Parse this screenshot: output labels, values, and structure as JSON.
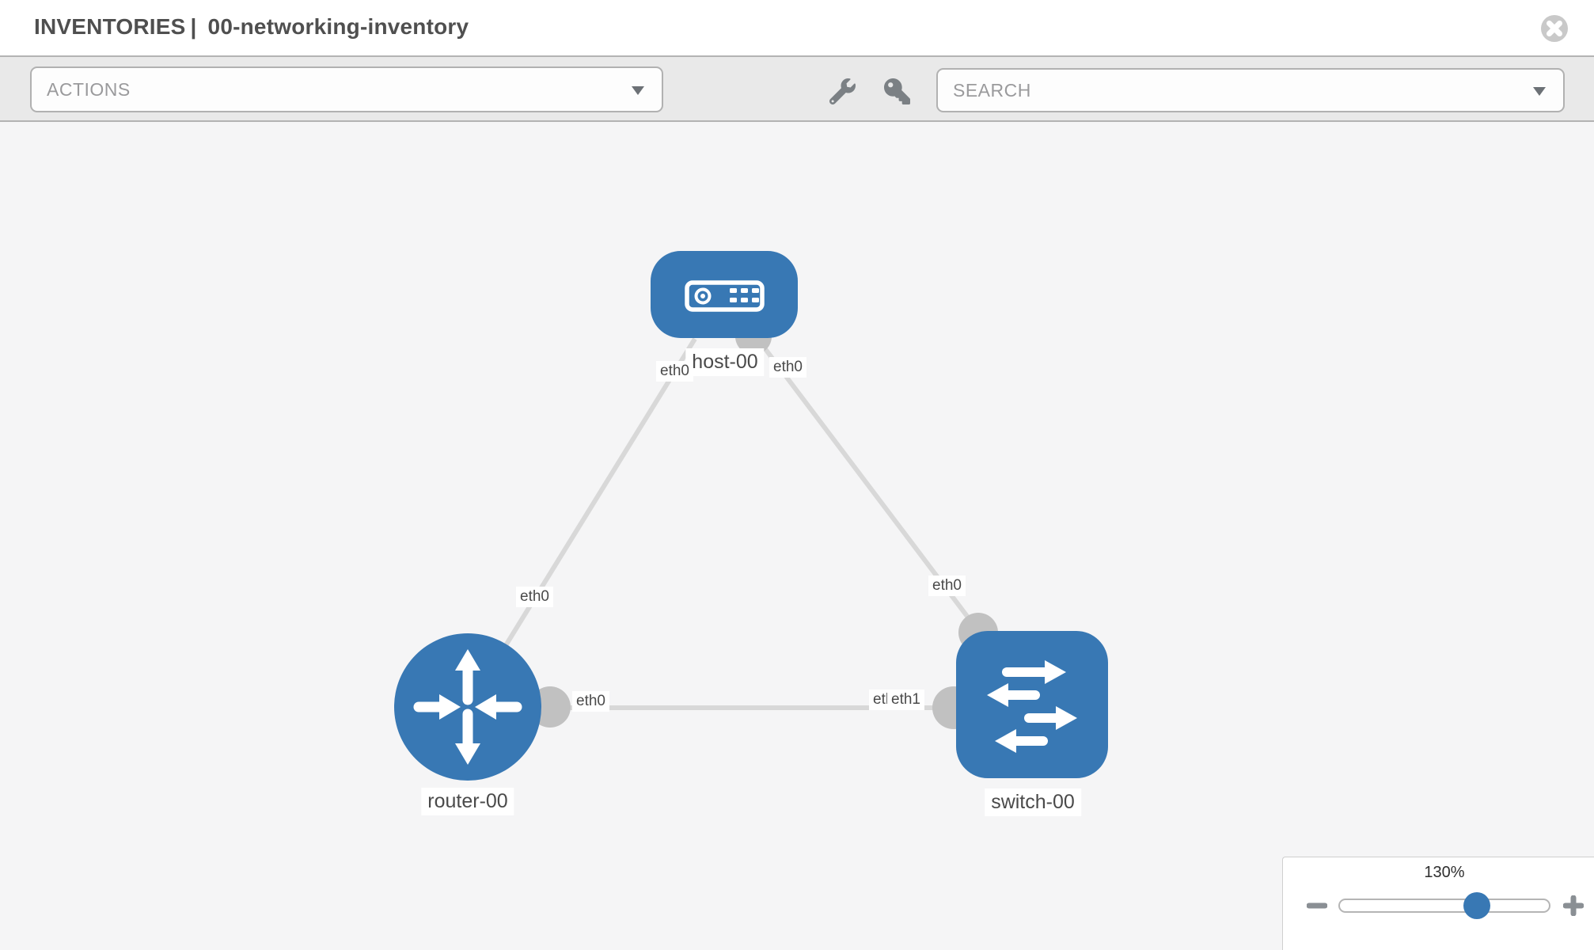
{
  "window": {
    "title_section": "INVENTORIES",
    "title_separator": "|",
    "inventory_name": "00-networking-inventory"
  },
  "toolbar": {
    "actions_label": "ACTIONS",
    "search_placeholder": "SEARCH",
    "icons": [
      "wrench-icon",
      "key-icon"
    ]
  },
  "topology": {
    "nodes": [
      {
        "id": "host-00",
        "label": "host-00",
        "type": "host",
        "icon": "host-device-icon"
      },
      {
        "id": "router-00",
        "label": "router-00",
        "type": "router",
        "icon": "router-arrows-icon"
      },
      {
        "id": "switch-00",
        "label": "switch-00",
        "type": "switch",
        "icon": "switch-arrows-icon"
      }
    ],
    "links": [
      {
        "ends": [
          {
            "node": "router-00",
            "label": "eth0"
          },
          {
            "node": "host-00",
            "label": "eth0"
          }
        ]
      },
      {
        "ends": [
          {
            "node": "host-00",
            "label": "eth0"
          },
          {
            "node": "switch-00",
            "label": "eth0"
          }
        ]
      },
      {
        "ends": [
          {
            "node": "router-00",
            "label": "eth0"
          },
          {
            "node": "switch-00",
            "label": "eth1",
            "occluded_label": "eth0"
          }
        ]
      }
    ]
  },
  "zoom_control": {
    "level": "130%"
  },
  "colors": {
    "node_blue": "#3878b4",
    "link_gray": "#d8d8d8",
    "connector_gray": "#c1c1c1",
    "toolbar_bg": "#e9e9e9",
    "canvas_bg": "#f5f5f6",
    "title_text": "#4f4f4f",
    "placeholder_text": "#9a9a9c"
  }
}
